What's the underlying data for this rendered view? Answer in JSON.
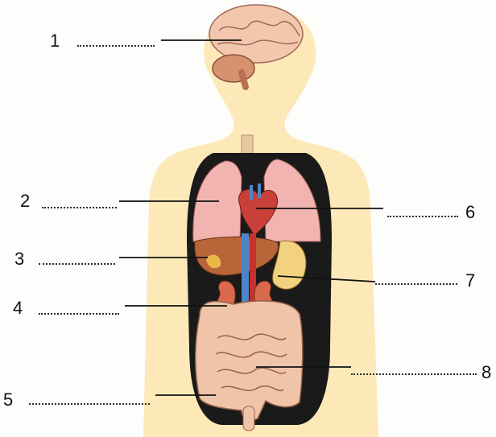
{
  "labels": [
    {
      "number": "1",
      "organ": "brain-icon"
    },
    {
      "number": "2",
      "organ": "lungs-icon"
    },
    {
      "number": "3",
      "organ": "liver-icon"
    },
    {
      "number": "4",
      "organ": "kidneys-icon"
    },
    {
      "number": "5",
      "organ": "large-intestine-icon"
    },
    {
      "number": "6",
      "organ": "heart-icon"
    },
    {
      "number": "7",
      "organ": "stomach-icon"
    },
    {
      "number": "8",
      "organ": "small-intestine-icon"
    }
  ],
  "colors": {
    "skin": "#fde9b8",
    "cavity": "#1a1a1a",
    "lung": "#f2b4b0",
    "heart": "#c9403a",
    "liver": "#b9653a",
    "stomach": "#f3d27f",
    "kidney": "#d96a4e",
    "intestine": "#f0c4a8",
    "artery": "#c7302b",
    "vein": "#4d86c8",
    "brain": "#f3c7ae"
  }
}
